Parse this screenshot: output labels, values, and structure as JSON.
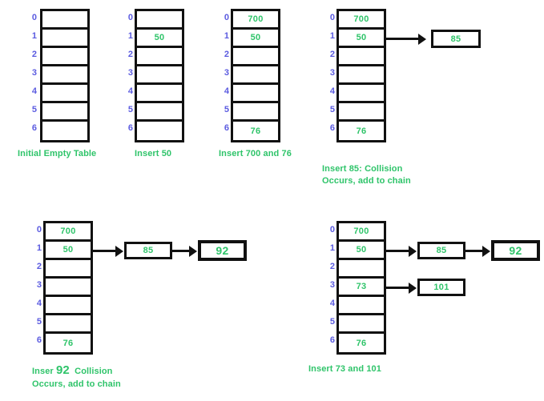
{
  "diagram": {
    "title": "Hash table separate chaining insertion steps",
    "colors": {
      "index_label": "#5b5be0",
      "value_text": "#2fc46a",
      "caption_text": "#2fc46a",
      "border": "#111111",
      "background": "#ffffff"
    },
    "indices": [
      "0",
      "1",
      "2",
      "3",
      "4",
      "5",
      "6"
    ],
    "figures": [
      {
        "id": "initial-empty-table",
        "caption": "Initial Empty Table",
        "slots": [
          "",
          "",
          "",
          "",
          "",
          "",
          ""
        ],
        "chains": []
      },
      {
        "id": "insert-50",
        "caption": "Insert 50",
        "slots": [
          "",
          "50",
          "",
          "",
          "",
          "",
          ""
        ],
        "chains": []
      },
      {
        "id": "insert-700-and-76",
        "caption": "Insert 700 and 76",
        "slots": [
          "700",
          "50",
          "",
          "",
          "",
          "",
          "76"
        ],
        "chains": []
      },
      {
        "id": "insert-85-collision",
        "caption_line1": "Insert 85: Collision",
        "caption_line2": "Occurs, add to chain",
        "slots": [
          "700",
          "50",
          "",
          "",
          "",
          "",
          "76"
        ],
        "chains": [
          {
            "from_index": "1",
            "nodes": [
              "85"
            ]
          }
        ]
      },
      {
        "id": "insert-92-collision",
        "caption_line1_a": "Inser ",
        "caption_line1_big": "92",
        "caption_line1_b": "  Collision",
        "caption_line2": "Occurs, add to chain",
        "slots": [
          "700",
          "50",
          "",
          "",
          "",
          "",
          "76"
        ],
        "chains": [
          {
            "from_index": "1",
            "nodes": [
              "85",
              "92"
            ]
          }
        ]
      },
      {
        "id": "insert-73-and-101",
        "caption": "Insert 73 and 101",
        "slots": [
          "700",
          "50",
          "",
          "73",
          "",
          "",
          "76"
        ],
        "chains": [
          {
            "from_index": "1",
            "nodes": [
              "85",
              "92"
            ]
          },
          {
            "from_index": "3",
            "nodes": [
              "101"
            ]
          }
        ]
      }
    ]
  }
}
